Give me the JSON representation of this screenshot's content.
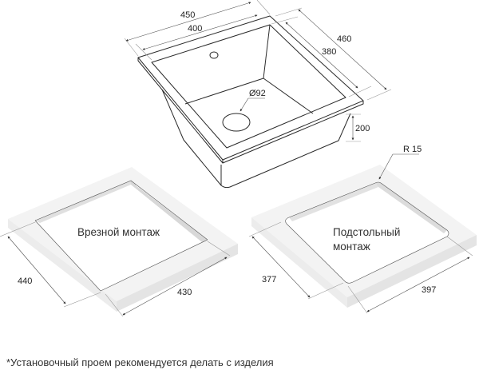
{
  "sink": {
    "dimensions": {
      "outer_width": "450",
      "inner_width": "400",
      "outer_depth": "460",
      "inner_depth": "380",
      "bowl_height": "200",
      "drain_diameter": "Ø92"
    }
  },
  "cutout_flush": {
    "label": "Врезной монтаж",
    "depth": "440",
    "width": "430"
  },
  "cutout_undermount": {
    "label_line1": "Подстольный",
    "label_line2": "монтаж",
    "depth": "377",
    "width": "397",
    "corner_radius": "R 15"
  },
  "footnote": "*Установочный проем рекомендуется делать с изделия",
  "colors": {
    "line": "#2a2a2a",
    "slab_top": "#f4f4f4",
    "slab_side": "#e6e6e6",
    "slab_inner": "#d9d9d9"
  }
}
